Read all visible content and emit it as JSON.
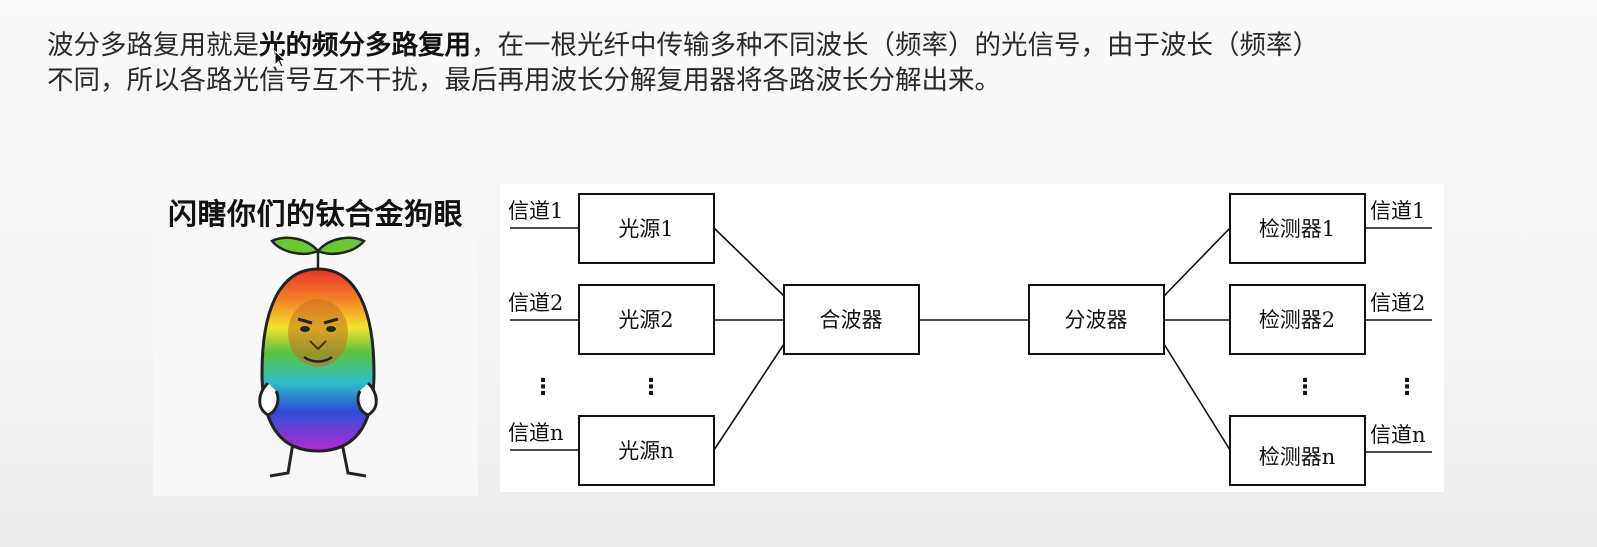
{
  "paragraph": {
    "line1_pre": "波分多路复用就是",
    "line1_bold": "光的频分多路复用",
    "line1_post": "，在一根光纤中传输多种不同波长（频率）的光信号，由于波长（频率）",
    "line2": "不同，所以各路光信号互不干扰，最后再用波长分解复用器将各路波长分解出来。"
  },
  "meme": {
    "caption": "闪瞎你们的钛合金狗眼",
    "icon": "rainbow-bean-sprout-character-icon"
  },
  "diagram": {
    "inputs": [
      {
        "channel": "信道1",
        "source": "光源1"
      },
      {
        "channel": "信道2",
        "source": "光源2"
      },
      {
        "channel": "信道n",
        "source": "光源n"
      }
    ],
    "combiner": "合波器",
    "splitter": "分波器",
    "outputs": [
      {
        "detector": "检测器1",
        "channel": "信道1"
      },
      {
        "detector": "检测器2",
        "channel": "信道2"
      },
      {
        "detector": "检测器n",
        "channel": "信道n"
      }
    ],
    "ellipsis": "⋮"
  },
  "cursor": {
    "icon": "mouse-pointer-icon"
  }
}
